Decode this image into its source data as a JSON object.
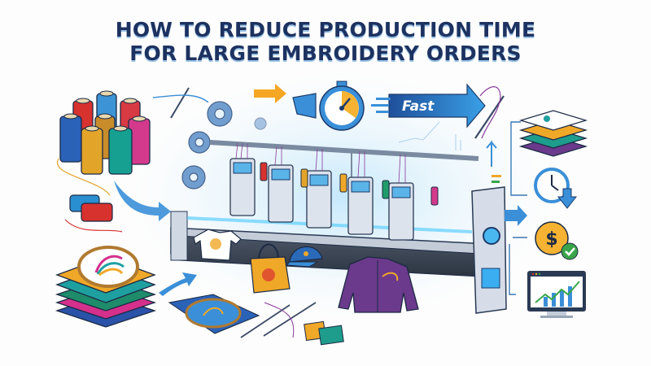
{
  "title": {
    "line1": "HOW TO REDUCE PRODUCTION TIME",
    "line2": "FOR LARGE EMBROIDERY ORDERS"
  },
  "speed_banner": {
    "label": "Fast",
    "icons": [
      "winged-stopwatch-icon",
      "speed-arrow-icon"
    ]
  },
  "inputs": {
    "items": [
      "thread-spools",
      "small-spools",
      "fabric-stack-with-hoop"
    ]
  },
  "machine": {
    "heads": 5,
    "products_on_conveyor": [
      "embroidered-tshirt",
      "tote-bag",
      "baseball-cap",
      "purple-jacket"
    ]
  },
  "outputs": {
    "items": [
      "folded-shirts-stack",
      "clock-down-icon",
      "dollar-coin-check-icon",
      "growth-chart-monitor-icon"
    ]
  },
  "colors": {
    "title": "#1d3260",
    "accent_blue": "#3a8fd8",
    "orange": "#f5a623",
    "purple": "#6b3a8c",
    "teal": "#1e9c8c",
    "green_check": "#3aa54a"
  }
}
